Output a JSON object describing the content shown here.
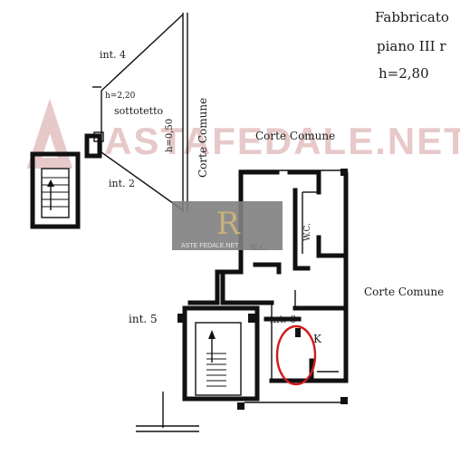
{
  "header": {
    "building": "Fabbricato",
    "floor": "piano III r",
    "height": "h=2,80"
  },
  "labels": {
    "int4": "int. 4",
    "int2": "int. 2",
    "int5": "int. 5",
    "int6": "int. 6",
    "sottotetto": "sottotetto",
    "h220": "h=2,20",
    "h050": "h=0,50",
    "corte_vertical": "Corte Comune",
    "corte_top": "Corte Comune",
    "corte_right": "Corte Comune",
    "wc1": "W.C.",
    "wc2": "W.C.",
    "k": "K"
  },
  "watermark": {
    "text": "ASTAFEDALE.NET",
    "logo_caption": "ASTE FEDALE.NET"
  },
  "colors": {
    "ink": "#111111",
    "watermark": "#e7c9c9",
    "logo_box": "#808080",
    "logo_mark": "#c9b27a",
    "highlight_circle": "#d11a1a"
  }
}
